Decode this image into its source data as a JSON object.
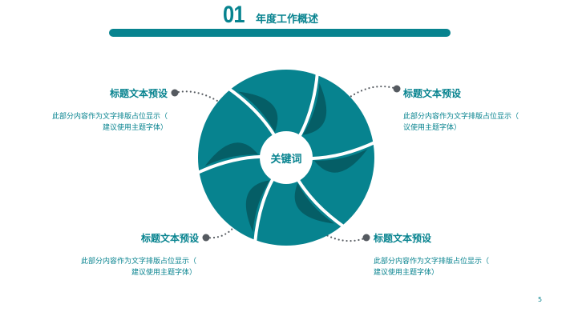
{
  "header": {
    "number": "01",
    "title": "年度工作概述"
  },
  "center": {
    "keyword": "关键词"
  },
  "items": [
    {
      "title": "标题文本预设",
      "desc1": "此部分内容作为文字排版占位显示（",
      "desc2": "建议使用主题字体）"
    },
    {
      "title": "标题文本预设",
      "desc1": "此部分内容作为文字排版占位显示（",
      "desc2": "议使用主题字体）"
    },
    {
      "title": "标题文本预设",
      "desc1": "此部分内容作为文字排版占位显示（",
      "desc2": "建议使用主题字体）"
    },
    {
      "title": "标题文本预设",
      "desc1": "此部分内容作为文字排版占位显示（",
      "desc2": "建议使用主题字体）"
    }
  ],
  "page_number": "5",
  "colors": {
    "accent": "#07838f",
    "dark": "#055e66",
    "dot": "#555a60"
  }
}
